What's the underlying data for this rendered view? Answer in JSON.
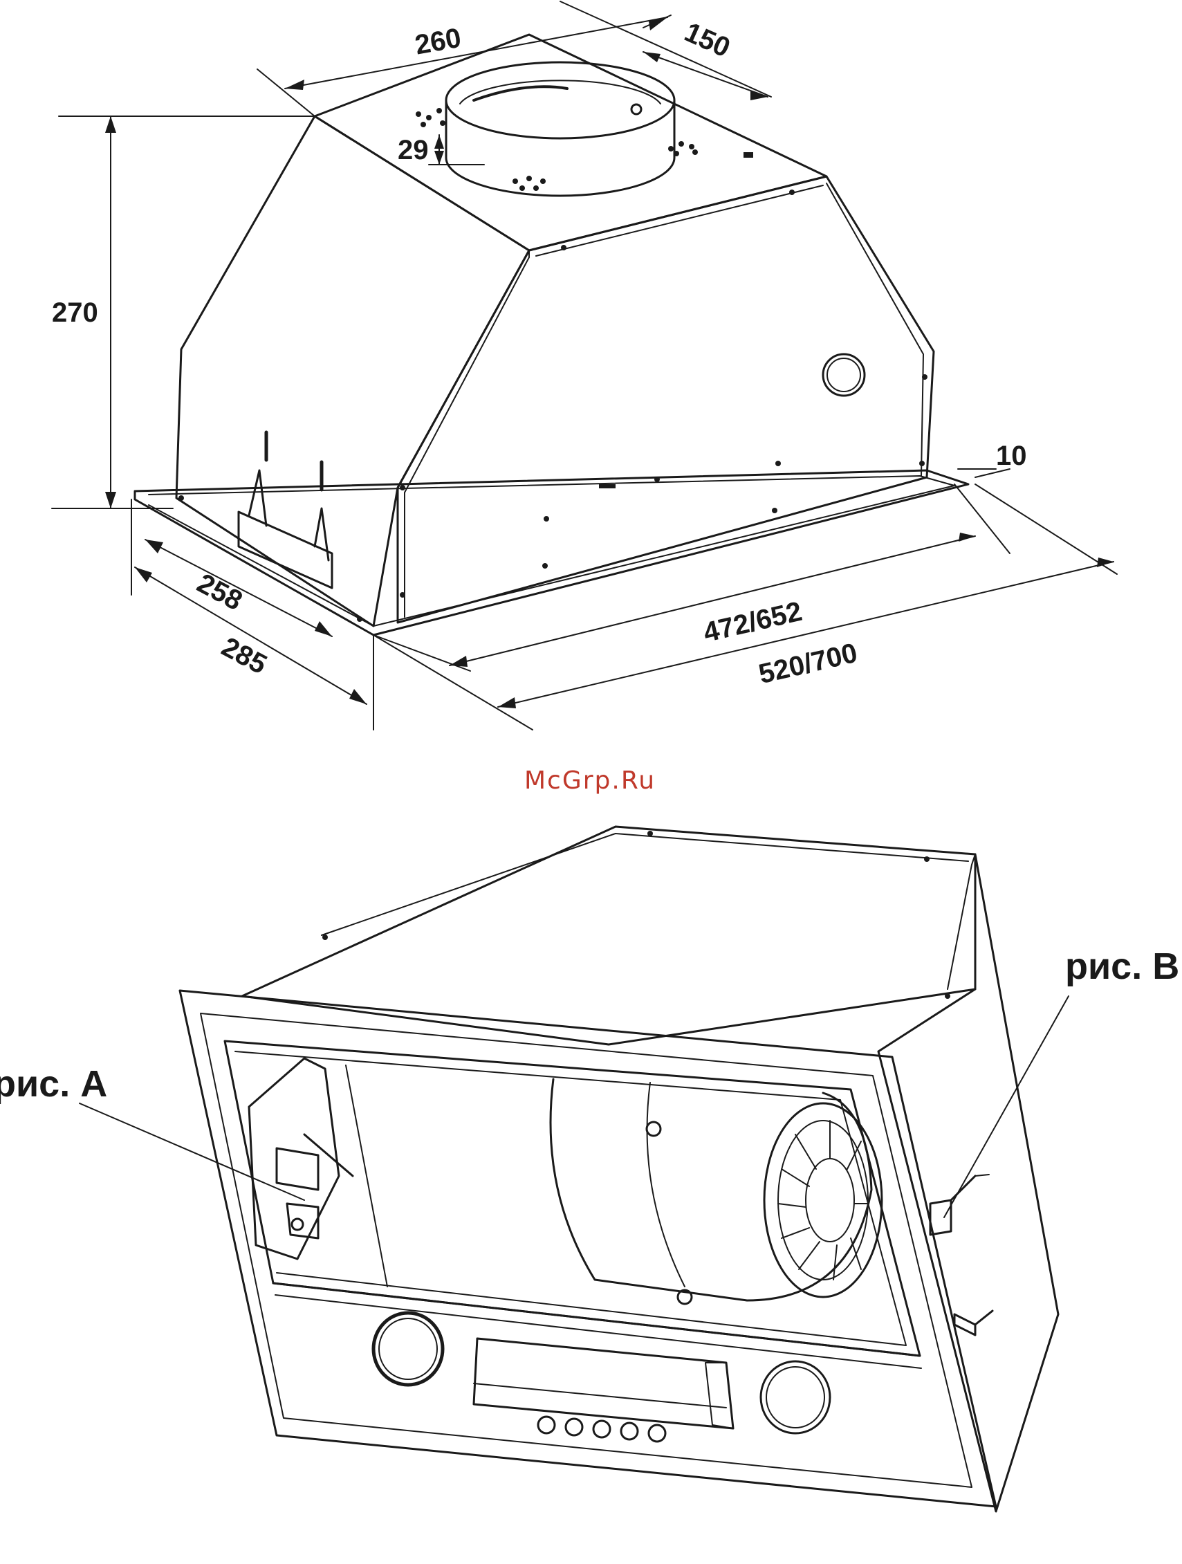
{
  "top_view": {
    "dimensions": {
      "top_width": "260",
      "top_depth": "150",
      "collar_height": "29",
      "height": "270",
      "lip": "10",
      "inner_depth": "258",
      "outer_depth": "285",
      "inner_width": "472/652",
      "outer_width": "520/700"
    }
  },
  "watermark": {
    "text": "McGrp.Ru",
    "color": "#c0392b"
  },
  "bottom_view": {
    "callouts": {
      "fig_a": "рис. A",
      "fig_b": "рис. B"
    }
  },
  "colors": {
    "line": "#1a1a1a"
  }
}
